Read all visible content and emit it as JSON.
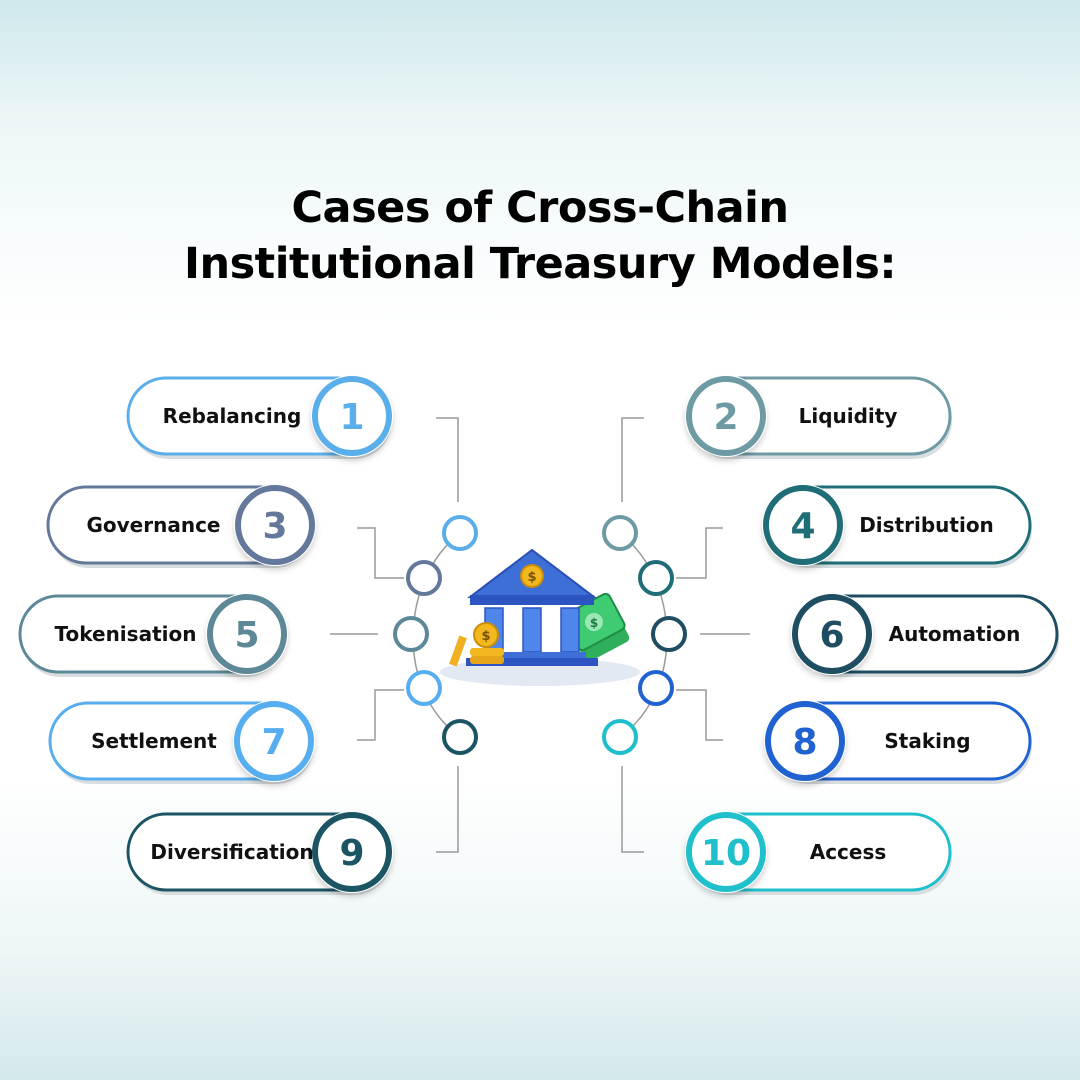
{
  "title": {
    "line1": "Cases of Cross-Chain",
    "line2": "Institutional Treasury Models:"
  },
  "items": [
    {
      "number": "1",
      "label": "Rebalancing",
      "side": "left",
      "color": "#5aaeea"
    },
    {
      "number": "2",
      "label": "Liquidity",
      "side": "right",
      "color": "#6e9aa3"
    },
    {
      "number": "3",
      "label": "Governance",
      "side": "left",
      "color": "#63789a"
    },
    {
      "number": "4",
      "label": "Distribution",
      "side": "right",
      "color": "#1f6e77"
    },
    {
      "number": "5",
      "label": "Tokenisation",
      "side": "left",
      "color": "#5d8898"
    },
    {
      "number": "6",
      "label": "Automation",
      "side": "right",
      "color": "#1f4e63"
    },
    {
      "number": "7",
      "label": "Settlement",
      "side": "left",
      "color": "#56aef0"
    },
    {
      "number": "8",
      "label": "Staking",
      "side": "right",
      "color": "#1f62d0"
    },
    {
      "number": "9",
      "label": "Diversification",
      "side": "left",
      "color": "#1b5563"
    },
    {
      "number": "10",
      "label": "Access",
      "side": "right",
      "color": "#1fbfcc"
    }
  ],
  "icons": {
    "center": "bank-building-icon",
    "coin": "dollar-coin-icon",
    "cash": "banknote-stack-icon"
  },
  "colors": {
    "connector_line": "#9a9a9a",
    "pill_fill": "#ffffff",
    "pill_shadow": "#d8dde0",
    "bank_blue": "#3f6fd8",
    "bank_roof": "#2d55c2",
    "coin_gold": "#f3b81f",
    "cash_green": "#37c46b"
  }
}
